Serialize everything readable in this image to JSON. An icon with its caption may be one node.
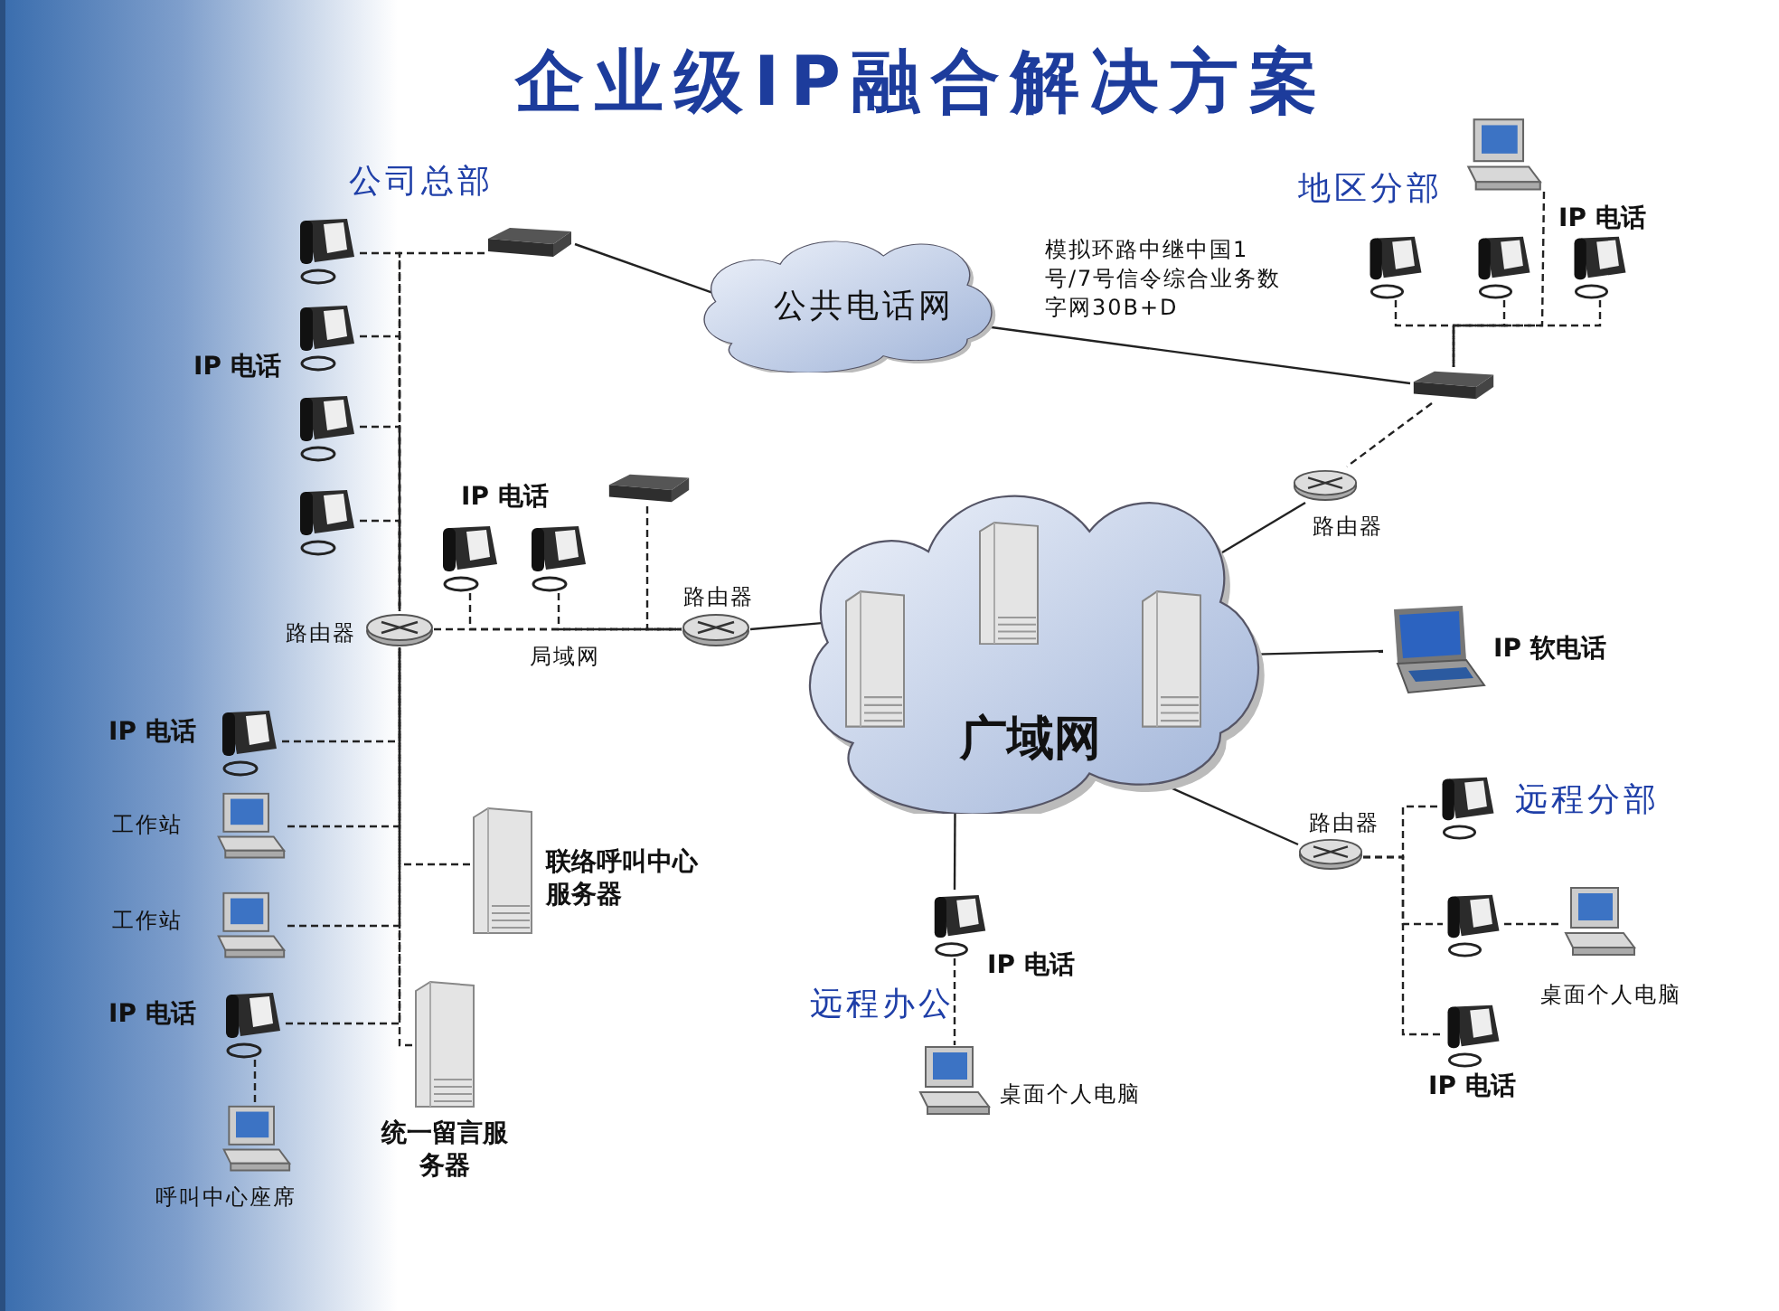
{
  "diagram": {
    "title": "企业级IP融合解决方案",
    "nodes": [
      {
        "text": [],
        "shape": "picture"
      },
      {
        "text": [
          "公共电话网"
        ]
      },
      {
        "text": [],
        "shape": "picture"
      },
      {
        "text": [
          "广域网"
        ]
      },
      {
        "text": [
          "路由器"
        ]
      },
      {
        "text": [
          "IP 软电话"
        ]
      },
      {
        "text": [
          "路由器"
        ]
      },
      {
        "text": [
          "IP 电话"
        ]
      },
      {
        "text": [
          "桌面个人电脑"
        ]
      },
      {
        "text": [
          "路由器"
        ]
      },
      {
        "text": [],
        "shape": "picture"
      },
      {
        "text": [],
        "shape": "picture"
      },
      {
        "text": [],
        "shape": "picture"
      },
      {
        "text": [
          "路由器"
        ]
      },
      {
        "text": [],
        "shape": "picture"
      },
      {
        "text": [],
        "shape": "picture"
      },
      {
        "text": [],
        "shape": "picture"
      },
      {
        "text": [],
        "shape": "picture"
      },
      {
        "text": [
          "IP 电话"
        ]
      },
      {
        "text": [
          "工作站"
        ]
      },
      {
        "text": [
          "工作站"
        ]
      },
      {
        "text": [
          "IP 电话"
        ]
      },
      {
        "text": [
          "呼叫中心座席"
        ]
      },
      {
        "text": [
          "联络呼叫中心服务器"
        ]
      },
      {
        "text": [
          "统一留言服务器"
        ]
      },
      {
        "text": [],
        "shape": "picture"
      },
      {
        "text": [],
        "shape": "picture"
      },
      {
        "text": [],
        "shape": "picture"
      },
      {
        "text": [],
        "shape": "picture"
      },
      {
        "text": [],
        "shape": "picture"
      },
      {
        "text": [],
        "shape": "picture"
      },
      {
        "text": [
          "桌面个人电脑"
        ]
      },
      {
        "text": [
          "IP 电话"
        ]
      },
      {
        "text": [],
        "shape": "picture",
        "in": 3
      },
      {
        "text": [],
        "shape": "picture",
        "in": 3
      },
      {
        "text": [],
        "shape": "picture",
        "in": 3
      }
    ],
    "edges": [
      {
        "from": 14,
        "to": 13,
        "arrow": "none",
        "style": "dashed"
      },
      {
        "from": 15,
        "to": 13,
        "arrow": "none",
        "style": "dashed"
      },
      {
        "from": 16,
        "to": 13,
        "arrow": "none",
        "style": "dashed"
      },
      {
        "from": 17,
        "to": 13,
        "arrow": "none",
        "style": "dashed"
      },
      {
        "from": 0,
        "to": 13,
        "arrow": "none",
        "style": "dashed"
      },
      {
        "from": 18,
        "to": 13,
        "arrow": "none",
        "style": "dashed"
      },
      {
        "from": 19,
        "to": 13,
        "arrow": "none",
        "style": "dashed"
      },
      {
        "from": 20,
        "to": 13,
        "arrow": "none",
        "style": "dashed"
      },
      {
        "from": 21,
        "to": 13,
        "arrow": "none",
        "style": "dashed"
      },
      {
        "from": 23,
        "to": 13,
        "arrow": "none",
        "style": "dashed"
      },
      {
        "from": 24,
        "to": 13,
        "arrow": "none",
        "style": "dashed"
      },
      {
        "from": 21,
        "to": 22,
        "arrow": "none",
        "style": "dashed"
      },
      {
        "from": 13,
        "to": 9,
        "arrow": "none",
        "style": "dashed"
      },
      {
        "from": 11,
        "to": 9,
        "arrow": "none",
        "style": "dashed"
      },
      {
        "from": 12,
        "to": 9,
        "arrow": "none",
        "style": "dashed"
      },
      {
        "from": 10,
        "to": 9,
        "arrow": "none",
        "style": "dashed"
      },
      {
        "from": 9,
        "to": 3,
        "arrow": "none"
      },
      {
        "from": 0,
        "to": 1,
        "arrow": "none"
      },
      {
        "from": 1,
        "to": 2,
        "arrow": "none",
        "label": "模拟环路中继中国1号/7号信令综合业务数字网30B+D"
      },
      {
        "from": 2,
        "to": 4,
        "arrow": "none",
        "style": "dashed"
      },
      {
        "from": 4,
        "to": 3,
        "arrow": "none"
      },
      {
        "from": 3,
        "to": 5,
        "arrow": "none"
      },
      {
        "from": 3,
        "to": 7,
        "arrow": "none"
      },
      {
        "from": 7,
        "to": 8,
        "arrow": "none",
        "style": "dashed"
      },
      {
        "from": 3,
        "to": 6,
        "arrow": "none"
      },
      {
        "from": 6,
        "to": 29,
        "arrow": "none",
        "style": "dashed"
      },
      {
        "from": 6,
        "to": 30,
        "arrow": "none",
        "style": "dashed"
      },
      {
        "from": 6,
        "to": 32,
        "arrow": "none",
        "style": "dashed"
      },
      {
        "from": 30,
        "to": 31,
        "arrow": "none",
        "style": "dashed"
      },
      {
        "from": 26,
        "to": 2,
        "arrow": "none",
        "style": "dashed"
      },
      {
        "from": 27,
        "to": 2,
        "arrow": "none",
        "style": "dashed"
      },
      {
        "from": 28,
        "to": 2,
        "arrow": "none",
        "style": "dashed"
      },
      {
        "from": 25,
        "to": 2,
        "arrow": "none",
        "style": "dashed"
      }
    ],
    "labels": [
      "公司总部",
      "IP 电话",
      "IP 电话",
      "局域网",
      "地区分部",
      "IP 电话",
      "远程办公",
      "远程分部"
    ]
  }
}
